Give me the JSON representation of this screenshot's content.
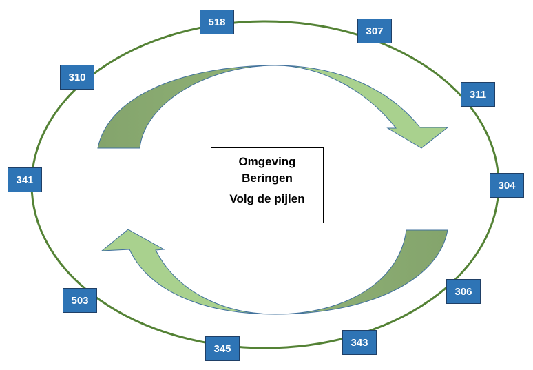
{
  "center": {
    "line1": "Omgeving",
    "line2": "Beringen",
    "line3": "Volg de pijlen"
  },
  "stops": [
    {
      "id": "518",
      "label": "518"
    },
    {
      "id": "307",
      "label": "307"
    },
    {
      "id": "311",
      "label": "311"
    },
    {
      "id": "304",
      "label": "304"
    },
    {
      "id": "306",
      "label": "306"
    },
    {
      "id": "343",
      "label": "343"
    },
    {
      "id": "345",
      "label": "345"
    },
    {
      "id": "503",
      "label": "503"
    },
    {
      "id": "341",
      "label": "341"
    },
    {
      "id": "310",
      "label": "310"
    }
  ],
  "colors": {
    "ring": "#548235",
    "box_fill": "#2e74b5",
    "arrow_dark": "#84a46c",
    "arrow_light": "#a9d18e",
    "arrow_outline": "#41719c"
  }
}
